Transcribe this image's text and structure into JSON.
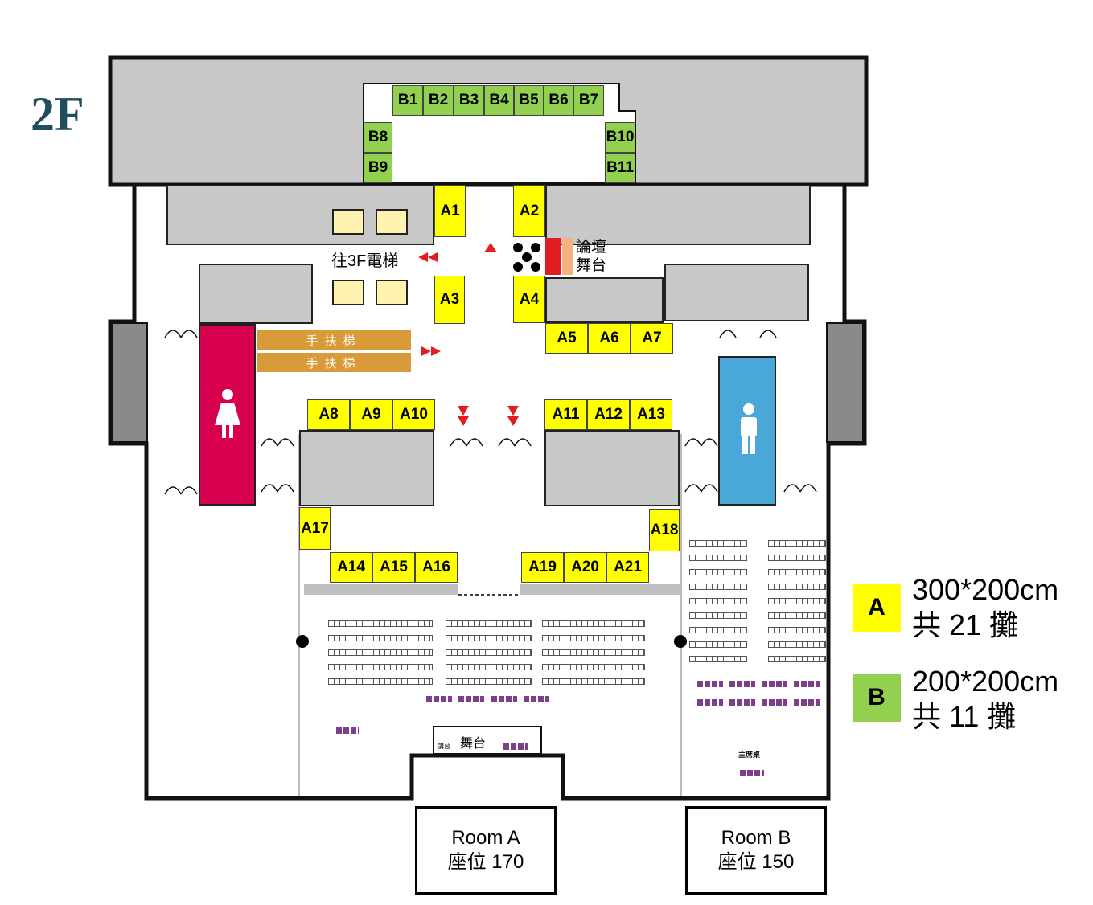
{
  "floor": "2F",
  "booths_a": [
    "A1",
    "A2",
    "A3",
    "A4",
    "A5",
    "A6",
    "A7",
    "A8",
    "A9",
    "A10",
    "A11",
    "A12",
    "A13",
    "A14",
    "A15",
    "A16",
    "A17",
    "A18",
    "A19",
    "A20",
    "A21"
  ],
  "booths_b": [
    "B1",
    "B2",
    "B3",
    "B4",
    "B5",
    "B6",
    "B7",
    "B8",
    "B9",
    "B10",
    "B11"
  ],
  "labels": {
    "elevator_3f": "往3F電梯",
    "forum_stage_line1": "論壇",
    "forum_stage_line2": "舞台",
    "escalator": "手扶梯",
    "stage": "舞台",
    "podium": "講台",
    "head_table": "主席桌"
  },
  "legend": [
    {
      "key": "A",
      "size": "300*200cm",
      "count": "共 21 攤",
      "color": "#ffff00"
    },
    {
      "key": "B",
      "size": "200*200cm",
      "count": "共 11 攤",
      "color": "#92d050"
    }
  ],
  "rooms": [
    {
      "name": "Room A",
      "seats": "座位 170"
    },
    {
      "name": "Room B",
      "seats": "座位 150"
    }
  ],
  "colors": {
    "booth_a": "#ffff00",
    "booth_b": "#92d050",
    "womens_restroom": "#d6004f",
    "mens_restroom": "#4aa8d8",
    "escalator": "#d99a3a",
    "floor_label": "#1f4e5f"
  },
  "icons": [
    "women-restroom-icon",
    "men-restroom-icon",
    "elevator-icon",
    "arrow-icon"
  ]
}
